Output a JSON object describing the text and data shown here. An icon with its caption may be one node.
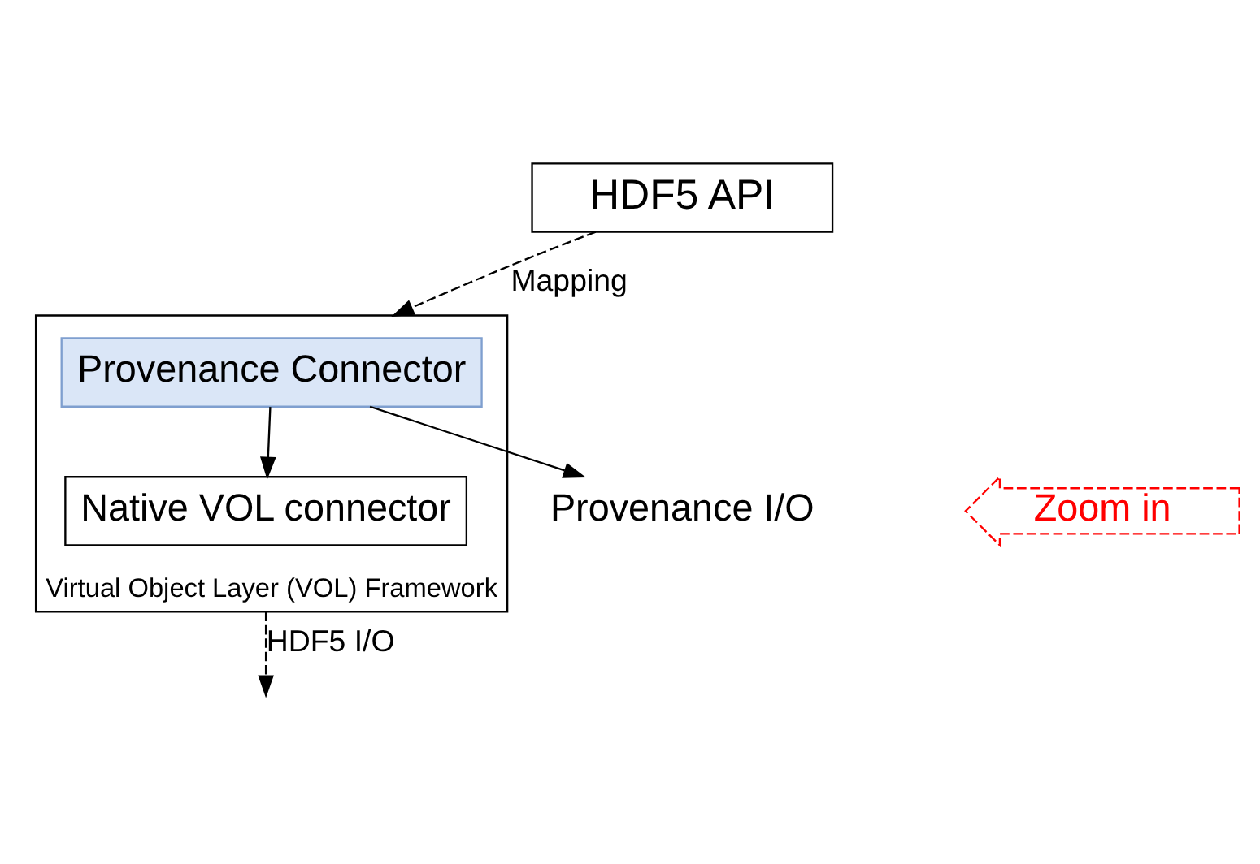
{
  "diagram": {
    "nodes": [
      {
        "text": [
          "HDF5 API"
        ]
      },
      {
        "text": [
          "Virtual Object Layer (VOL) Framework"
        ]
      },
      {
        "text": [
          "Provenance Connector"
        ],
        "in": 1
      },
      {
        "text": [
          "Native VOL connector"
        ],
        "in": 1
      },
      {
        "text": [
          "Provenance I/O"
        ]
      },
      {
        "text": [
          "Zoom in"
        ]
      }
    ],
    "edges": [
      {
        "from": 0,
        "to": 1,
        "arrow": "to",
        "label": "Mapping",
        "style": "dashed"
      },
      {
        "from": 2,
        "to": 4,
        "arrow": "to"
      },
      {
        "from": 2,
        "to": 3,
        "arrow": "to"
      },
      {
        "from": 1,
        "to": null,
        "arrow": "to",
        "label": "HDF5 I/O",
        "style": "dashed"
      }
    ]
  }
}
